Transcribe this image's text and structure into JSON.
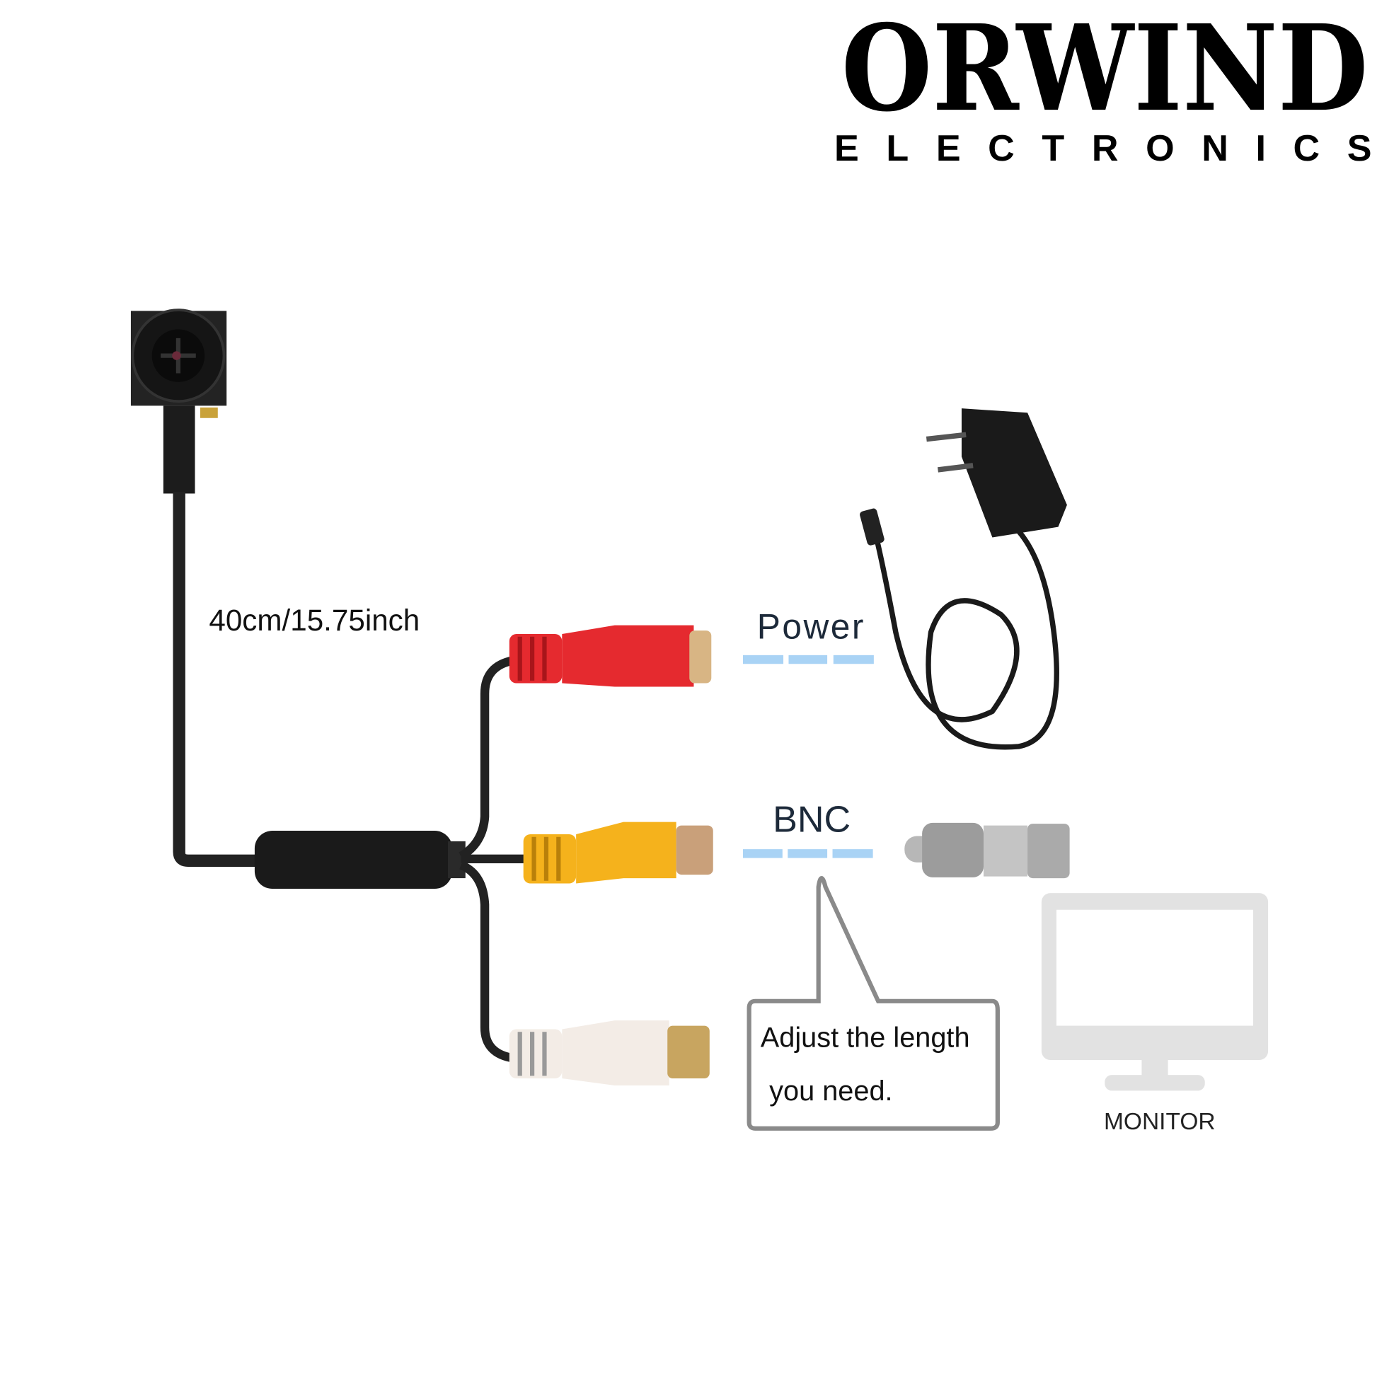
{
  "brand": {
    "name": "ORWIND",
    "subtitle": "ELECTRONICS"
  },
  "cable_length_label": "40cm/15.75inch",
  "labels": {
    "power": "Power",
    "bnc": "BNC",
    "monitor": "MONITOR"
  },
  "callout": {
    "line1": "Adjust the length",
    "line2": "you need."
  },
  "colors": {
    "dash": "#a9d3f5",
    "red": "#e52a2f",
    "yellow": "#f5b21c",
    "white": "#f3ece6",
    "callout_border": "#8a8a8a",
    "monitor": "#e2e2e2"
  }
}
